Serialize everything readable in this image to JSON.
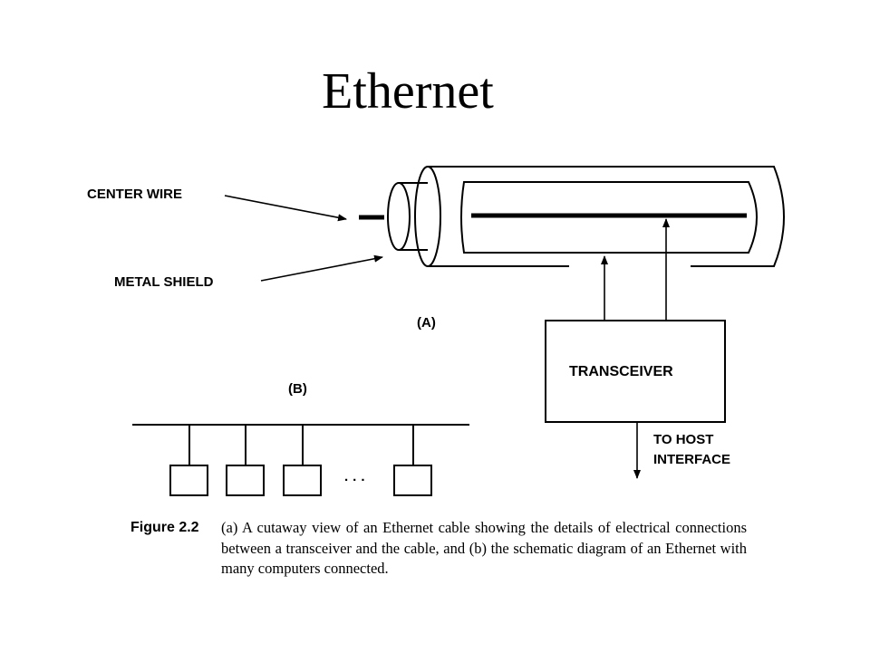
{
  "title": "Ethernet",
  "diagram": {
    "center_wire_label": "CENTER WIRE",
    "metal_shield_label": "METAL SHIELD",
    "part_a_label": "(A)",
    "part_b_label": "(B)",
    "transceiver_label": "TRANSCEIVER",
    "to_host_line1": "TO HOST",
    "to_host_line2": "INTERFACE",
    "ellipsis": "· · ·"
  },
  "caption": {
    "figure_label": "Figure 2.2",
    "text": "(a) A cutaway view of an Ethernet cable showing the details of electrical connections between a transceiver and the cable, and (b) the schematic diagram of an Ethernet with many computers connected."
  }
}
